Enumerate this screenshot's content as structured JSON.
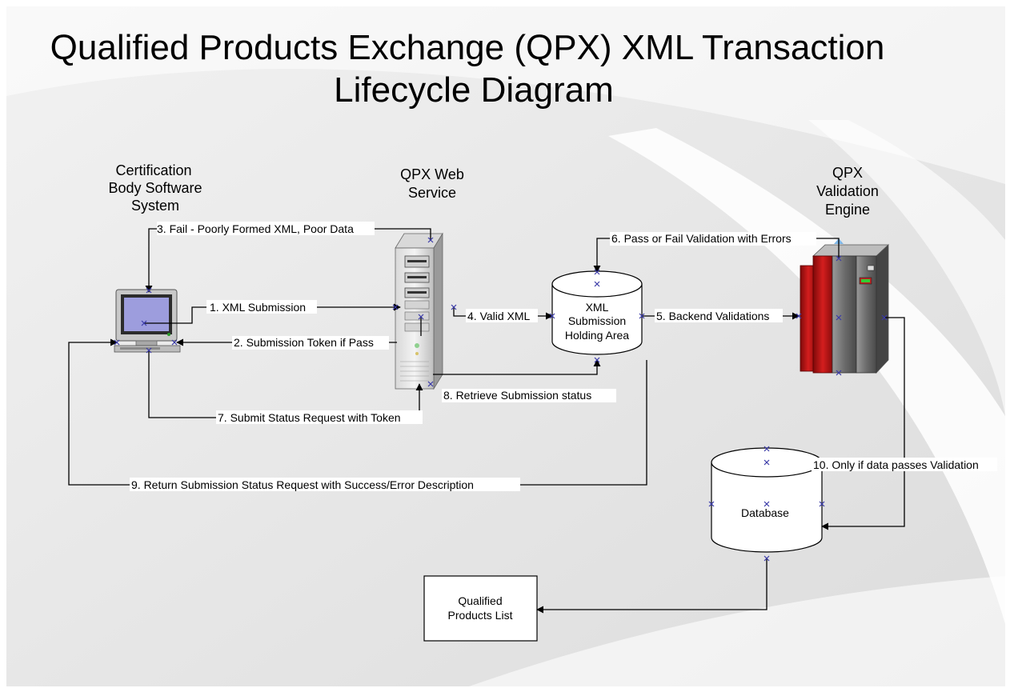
{
  "title": {
    "line1": "Qualified Products Exchange (QPX) XML Transaction",
    "line2": "Lifecycle Diagram"
  },
  "nodes": {
    "cb_system": {
      "lines": [
        "Certification",
        "Body Software",
        "System"
      ]
    },
    "web_service": {
      "lines": [
        "QPX Web",
        "Service"
      ]
    },
    "validation_engine": {
      "lines": [
        "QPX",
        "Validation",
        "Engine"
      ]
    },
    "holding_area": {
      "lines": [
        "XML",
        "Submission",
        "Holding Area"
      ]
    },
    "database": {
      "label": "Database"
    },
    "products_list": {
      "lines": [
        "Qualified",
        "Products List"
      ]
    }
  },
  "edges": {
    "e1": "1. XML Submission",
    "e2": "2. Submission Token if Pass",
    "e3": "3. Fail - Poorly Formed XML, Poor Data",
    "e4": "4. Valid XML",
    "e5": "5. Backend Validations",
    "e6": "6. Pass or Fail Validation with Errors",
    "e7": "7. Submit Status Request with Token",
    "e8": "8.  Retrieve Submission status",
    "e9": "9.  Return Submission Status Request with Success/Error Description",
    "e10": "10. Only if data passes Validation"
  },
  "colors": {
    "mainframe_red": "#b81414",
    "mainframe_gray": "#7a7a7a",
    "monitor_screen": "#8c8cd8",
    "connection_marker": "#3a3aa8"
  }
}
